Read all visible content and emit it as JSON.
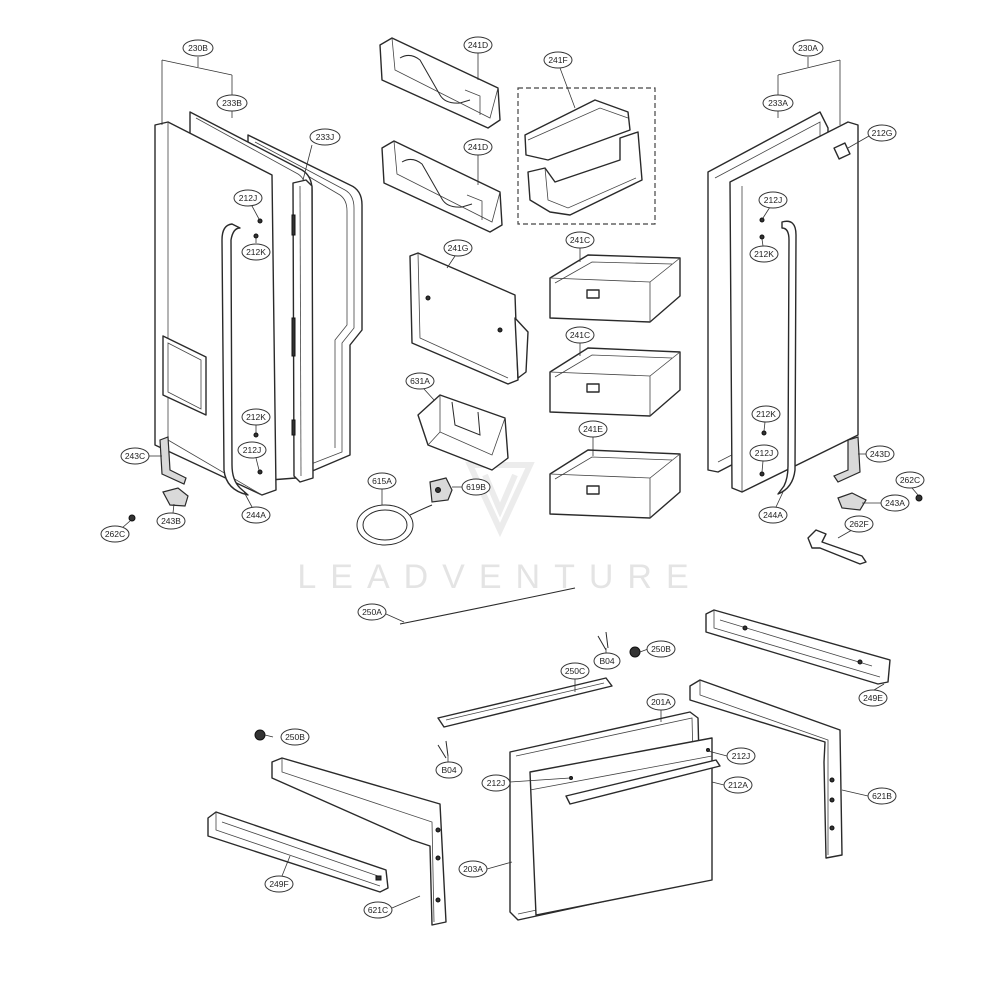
{
  "watermark": "LEADVENTURE",
  "callouts": {
    "c230B": "230B",
    "c233B": "233B",
    "c233J": "233J",
    "c212J_l1": "212J",
    "c212K_l1": "212K",
    "c212K_l2": "212K",
    "c212J_l2": "212J",
    "c243C": "243C",
    "c243B": "243B",
    "c262C_l": "262C",
    "c244A_l": "244A",
    "c241D_1": "241D",
    "c241D_2": "241D",
    "c241F": "241F",
    "c241G": "241G",
    "c241C_1": "241C",
    "c241C_2": "241C",
    "c241E": "241E",
    "c631A": "631A",
    "c615A": "615A",
    "c619B": "619B",
    "c230A": "230A",
    "c233A": "233A",
    "c212G": "212G",
    "c212J_r1": "212J",
    "c212K_r1": "212K",
    "c212K_r2": "212K",
    "c212J_r2": "212J",
    "c243D": "243D",
    "c262C_r": "262C",
    "c243A": "243A",
    "c262F": "262F",
    "c244A_r": "244A",
    "c250A": "250A",
    "c250B_1": "250B",
    "c250B_2": "250B",
    "cB04_1": "B04",
    "cB04_2": "B04",
    "c250C": "250C",
    "c201A": "201A",
    "c212J_d1": "212J",
    "c212J_d2": "212J",
    "c212A": "212A",
    "c203A": "203A",
    "c249E": "249E",
    "c249F": "249F",
    "c621B": "621B",
    "c621C": "621C"
  }
}
